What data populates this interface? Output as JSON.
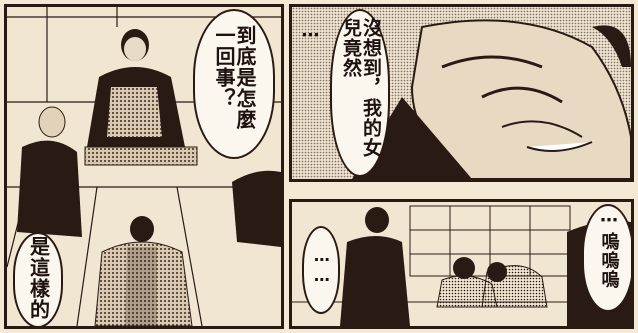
{
  "panels": [
    {
      "id": "p1",
      "bubbles": [
        {
          "text": "到底是怎麼一回事？"
        },
        {
          "text": "是這樣的"
        }
      ]
    },
    {
      "id": "p2",
      "bubbles": [
        {
          "text": "沒想到，我的女兒竟然"
        }
      ],
      "ellipsis": "⋯"
    },
    {
      "id": "p3",
      "bubbles": [
        {
          "text": "⋯嗚嗚嗚"
        }
      ],
      "ellipsis": "⋯⋯"
    }
  ],
  "colors": {
    "ink": "#2a1a14",
    "paper": "#f4e9d5",
    "bubble": "#fbf6ee"
  }
}
